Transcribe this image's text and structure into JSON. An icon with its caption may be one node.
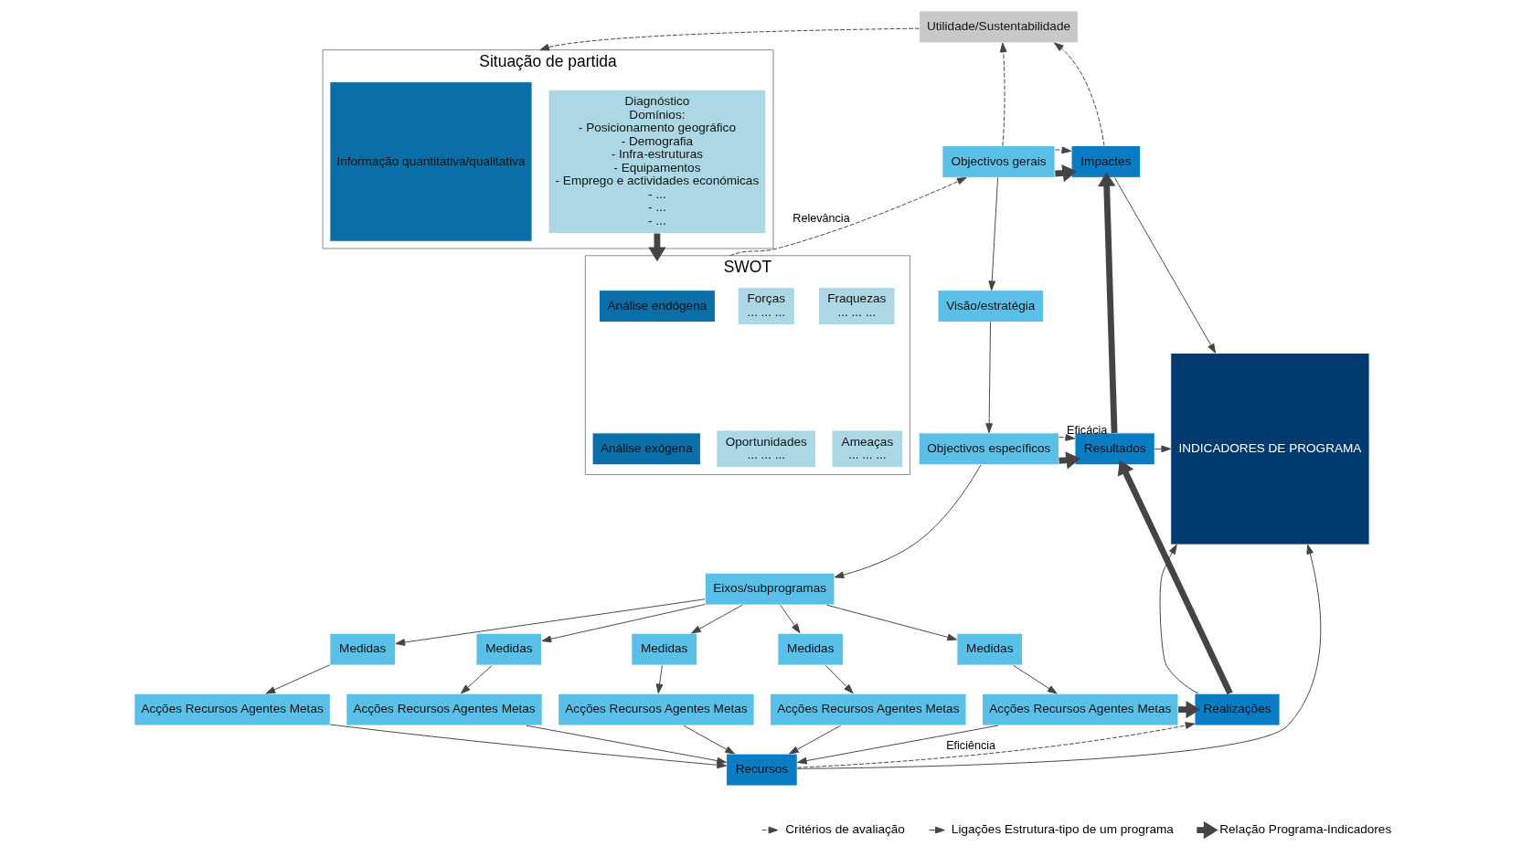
{
  "diagram": {
    "nodes": [
      {
        "text": [
          "Situação de partida"
        ]
      },
      {
        "text": [
          "Informação quantitativa/qualitativa"
        ],
        "in": 0
      },
      {
        "text": [
          "Diagnóstico",
          "Domínios:",
          "- Posicionamento geográfico",
          "- Demografia",
          "- Infra-estruturas",
          "- Equipamentos",
          "- Emprego e actividades económicas",
          "- ...",
          "- ...",
          "- ..."
        ],
        "in": 0
      },
      {
        "text": [
          "SWOT"
        ]
      },
      {
        "text": [
          "Análise endógena"
        ],
        "in": 3
      },
      {
        "text": [
          "Análise exógena"
        ],
        "in": 3
      },
      {
        "text": [
          "Forças",
          "... ... ..."
        ],
        "in": 3
      },
      {
        "text": [
          "Fraquezas",
          "... ... ..."
        ],
        "in": 3
      },
      {
        "text": [
          "Oportunidades",
          "... ... ..."
        ],
        "in": 3
      },
      {
        "text": [
          "Ameaças",
          "... ... ..."
        ],
        "in": 3
      },
      {
        "text": [
          "Objectivos gerais"
        ]
      },
      {
        "text": [
          "Visão/estratégia"
        ]
      },
      {
        "text": [
          "Objectivos específicos"
        ]
      },
      {
        "text": [
          "Eixos/subprogramas"
        ]
      },
      {
        "text": [
          "Medidas"
        ]
      },
      {
        "text": [
          "Medidas"
        ]
      },
      {
        "text": [
          "Medidas"
        ]
      },
      {
        "text": [
          "Medidas"
        ]
      },
      {
        "text": [
          "Medidas"
        ]
      },
      {
        "text": [
          "Acções Recursos Agentes Metas"
        ]
      },
      {
        "text": [
          "Acções Recursos Agentes Metas"
        ]
      },
      {
        "text": [
          "Acções Recursos Agentes Metas"
        ]
      },
      {
        "text": [
          "Acções Recursos Agentes Metas"
        ]
      },
      {
        "text": [
          "Acções Recursos Agentes Metas"
        ]
      },
      {
        "text": [
          "Impactes"
        ]
      },
      {
        "text": [
          "Resultados"
        ]
      },
      {
        "text": [
          "Realizações"
        ]
      },
      {
        "text": [
          "Recursos"
        ]
      },
      {
        "text": [
          "INDICADORES DE PROGRAMA"
        ]
      },
      {
        "text": [
          "Utilidade/Sustentabilidade"
        ]
      }
    ],
    "edges": [
      {
        "from": 2,
        "to": 3,
        "arrow": "to",
        "style": "thick"
      },
      {
        "from": 3,
        "to": 10,
        "arrow": "to",
        "style": "dashed",
        "label": "Relevância"
      },
      {
        "from": 10,
        "to": 11,
        "arrow": "to"
      },
      {
        "from": 11,
        "to": 12,
        "arrow": "to"
      },
      {
        "from": 12,
        "to": 13,
        "arrow": "to"
      },
      {
        "from": 13,
        "to": 14,
        "arrow": "to"
      },
      {
        "from": 13,
        "to": 15,
        "arrow": "to"
      },
      {
        "from": 13,
        "to": 16,
        "arrow": "to"
      },
      {
        "from": 13,
        "to": 17,
        "arrow": "to"
      },
      {
        "from": 13,
        "to": 18,
        "arrow": "to"
      },
      {
        "from": 14,
        "to": 19,
        "arrow": "to"
      },
      {
        "from": 15,
        "to": 20,
        "arrow": "to"
      },
      {
        "from": 16,
        "to": 21,
        "arrow": "to"
      },
      {
        "from": 17,
        "to": 22,
        "arrow": "to"
      },
      {
        "from": 18,
        "to": 23,
        "arrow": "to"
      },
      {
        "from": 10,
        "to": 24,
        "arrow": "to",
        "style": "thick"
      },
      {
        "from": 10,
        "to": 24,
        "arrow": "to",
        "style": "dashed"
      },
      {
        "from": 12,
        "to": 25,
        "arrow": "to",
        "style": "thick"
      },
      {
        "from": 12,
        "to": 25,
        "arrow": "to",
        "style": "dashed",
        "label": "Eficácia"
      },
      {
        "from": 23,
        "to": 26,
        "arrow": "to",
        "style": "thick"
      },
      {
        "from": 19,
        "to": 27,
        "arrow": "to"
      },
      {
        "from": 20,
        "to": 27,
        "arrow": "to"
      },
      {
        "from": 21,
        "to": 27,
        "arrow": "to"
      },
      {
        "from": 22,
        "to": 27,
        "arrow": "to"
      },
      {
        "from": 23,
        "to": 27,
        "arrow": "to"
      },
      {
        "from": 27,
        "to": 26,
        "arrow": "to",
        "style": "dashed",
        "label": "Eficiência"
      },
      {
        "from": 26,
        "to": 25,
        "arrow": "to",
        "style": "thick"
      },
      {
        "from": 25,
        "to": 24,
        "arrow": "to",
        "style": "thick"
      },
      {
        "from": 24,
        "to": 28,
        "arrow": "to"
      },
      {
        "from": 25,
        "to": 28,
        "arrow": "to"
      },
      {
        "from": 26,
        "to": 28,
        "arrow": "to"
      },
      {
        "from": 27,
        "to": 28,
        "arrow": "to"
      },
      {
        "from": 10,
        "to": 29,
        "arrow": "to",
        "style": "dashed"
      },
      {
        "from": 24,
        "to": 29,
        "arrow": "to",
        "style": "dashed"
      },
      {
        "from": 29,
        "to": 0,
        "arrow": "to",
        "style": "dashed"
      }
    ],
    "legend": [
      {
        "text": "Critérios de avaliação"
      },
      {
        "text": "Ligações Estrutura-tipo de um programa"
      },
      {
        "text": "Relação Programa-Indicadores"
      }
    ]
  }
}
